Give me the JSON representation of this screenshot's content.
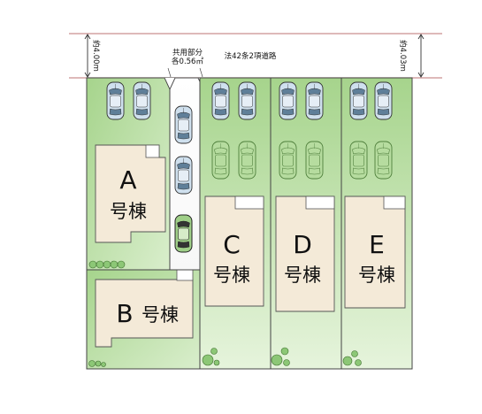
{
  "road": {
    "label": "法42条2項道路",
    "width_left": "約4.00m",
    "width_right": "約4.03m"
  },
  "shared": {
    "line1": "共用部分",
    "line2": "各0.56㎡"
  },
  "lots": [
    {
      "id": "A",
      "letter": "A",
      "suffix": "号棟"
    },
    {
      "id": "B",
      "letter": "B",
      "suffix": "号棟"
    },
    {
      "id": "C",
      "letter": "C",
      "suffix": "号棟"
    },
    {
      "id": "D",
      "letter": "D",
      "suffix": "号棟"
    },
    {
      "id": "E",
      "letter": "E",
      "suffix": "号棟"
    }
  ],
  "colors": {
    "lot_green": "#a9d68f",
    "building": "#f4ead8",
    "line": "#444444",
    "car_blue": "#c9dcec",
    "car_outline_green": "#5f8f4a"
  }
}
